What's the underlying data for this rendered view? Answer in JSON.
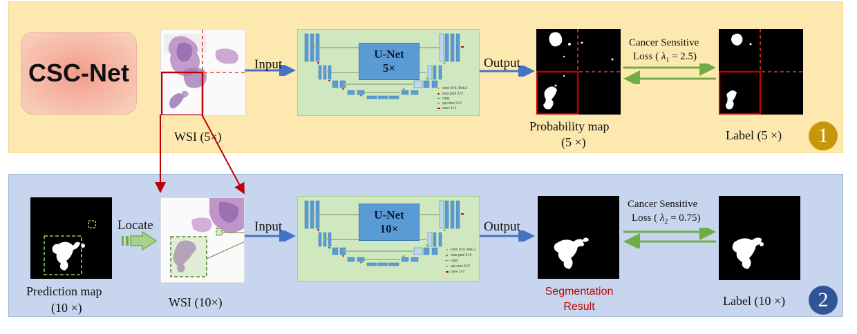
{
  "title": "CSC-Net",
  "stage1": {
    "wsi_label": "WSI (5×)",
    "input_label": "Input",
    "unet_name": "U-Net",
    "unet_scale": "5×",
    "output_label": "Output",
    "prob_label_line1": "Probability map",
    "prob_label_line2": "(5 ×)",
    "loss_line1": "Cancer Sensitive",
    "loss_prefix": "Loss (",
    "loss_lambda": "λ",
    "loss_sub": "1",
    "loss_value": "= 2.5)",
    "label_label": "Label (5 ×)",
    "badge": "1"
  },
  "stage2": {
    "pred_label_line1": "Prediction map",
    "pred_label_line2": "(10 ×)",
    "locate_label": "Locate",
    "wsi_label": "WSI (10×)",
    "input_label": "Input",
    "unet_name": "U-Net",
    "unet_scale": "10×",
    "output_label": "Output",
    "seg_line1": "Segmentation",
    "seg_line2": "Result",
    "loss_line1": "Cancer Sensitive",
    "loss_prefix": "Loss (",
    "loss_lambda": "λ",
    "loss_sub": "2",
    "loss_value": "= 0.75)",
    "label_label": "Label (10 ×)",
    "badge": "2"
  },
  "unet_legend": [
    "conv 3×3, ReLU",
    "max pool 2×2",
    "copy",
    "up-conv 2×2",
    "conv 1×1"
  ],
  "colors": {
    "panel1": "#fde9b0",
    "panel2": "#c7d6ee",
    "unet_bg": "#cfe8c0",
    "unet_title": "#5b9bd5",
    "arrow_blue": "#4472c4",
    "arrow_green": "#70ad47",
    "crop_red": "#c00000",
    "dashed_green": "#8fce5a",
    "badge1": "#c8960a",
    "badge2": "#2f5597",
    "seg_text": "#c00000"
  }
}
